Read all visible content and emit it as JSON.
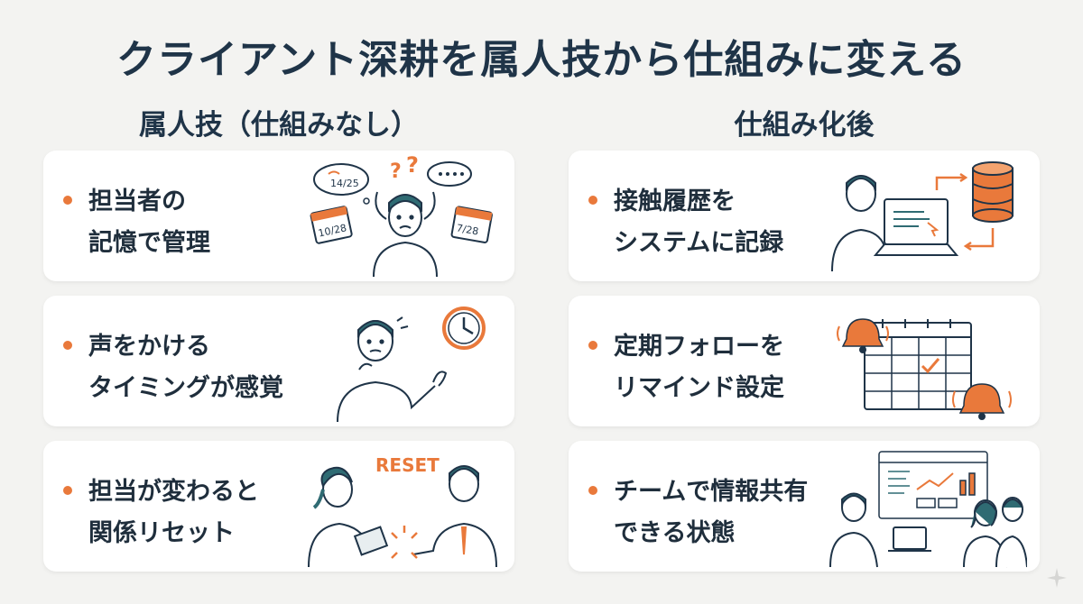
{
  "title": "クライアント深耕を属人技から仕組みに変える",
  "left_column": {
    "heading": "属人技（仕組みなし）",
    "items": [
      {
        "line1": "担当者の",
        "line2": "記憶で管理",
        "labels": [
          "14/25",
          "10/28",
          "7/28"
        ]
      },
      {
        "line1": "声をかける",
        "line2": "タイミングが感覚"
      },
      {
        "line1": "担当が変わると",
        "line2": "関係リセット",
        "labels": [
          "RESET"
        ]
      }
    ]
  },
  "right_column": {
    "heading": "仕組み化後",
    "items": [
      {
        "line1": "接触履歴を",
        "line2": "システムに記録"
      },
      {
        "line1": "定期フォローを",
        "line2": "リマインド設定"
      },
      {
        "line1": "チームで情報共有",
        "line2": "できる状態"
      }
    ]
  },
  "colors": {
    "accent": "#e9793b",
    "ink": "#1f3448",
    "teal": "#2f6b73",
    "card": "#ffffff",
    "background": "#f3f3f1"
  },
  "icons": [
    "calendar-icon",
    "clock-icon",
    "database-icon",
    "laptop-icon",
    "bell-icon",
    "dashboard-icon",
    "sparkle-icon"
  ]
}
